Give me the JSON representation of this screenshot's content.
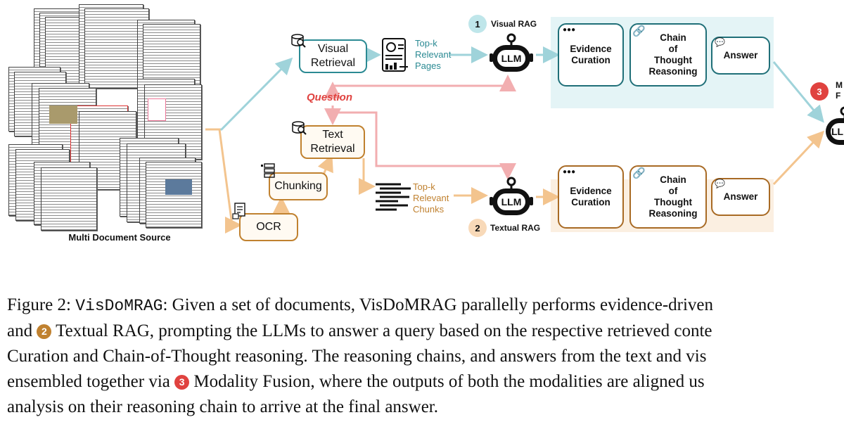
{
  "figure": {
    "source_label": "Multi Document Source",
    "visual_retrieval": "Visual\nRetrieval",
    "text_retrieval": "Text\nRetrieval",
    "question": "Question",
    "chunking": "Chunking",
    "ocr": "OCR",
    "topk_pages": "Top-k\nRelevant\nPages",
    "topk_chunks": "Top-k\nRelevant\nChunks",
    "llm": "LLM",
    "visual_rag": {
      "number": "1",
      "label": "Visual RAG"
    },
    "textual_rag": {
      "number": "2",
      "label": "Textual RAG"
    },
    "fusion": {
      "number": "3",
      "label": "M\nF"
    },
    "evidence_curation": "Evidence\nCuration",
    "chain_of_thought": "Chain\nof\nThought\nReasoning",
    "answer": "Answer",
    "fused_llm": "LLI",
    "colors": {
      "teal": "#2b8a93",
      "teal_bg": "#e4f4f6",
      "orange": "#c0812f",
      "orange_bg": "#fbefe1",
      "pink_arrow": "#f2aeb0",
      "red": "#e0423f",
      "badge_teal": "#bfe6ea",
      "badge_orange": "#f8d9b8"
    }
  },
  "caption": {
    "lines": [
      {
        "prefix": "Figure 2: ",
        "code": "VisDoMRAG",
        "text": ": Given a set of documents, VisDoMRAG parallelly performs evidence-driven"
      },
      {
        "pre": "and ",
        "num": "2",
        "text": " Textual RAG, prompting the LLMs to answer a query based on the respective retrieved conte"
      },
      {
        "text": "Curation and Chain-of-Thought reasoning. The reasoning chains, and answers from the text and vis"
      },
      {
        "pre": "ensembled together via ",
        "num": "3",
        "text": " Modality Fusion, where the outputs of both the modalities are aligned us"
      },
      {
        "text": "analysis on their reasoning chain to arrive at the final answer."
      }
    ]
  }
}
